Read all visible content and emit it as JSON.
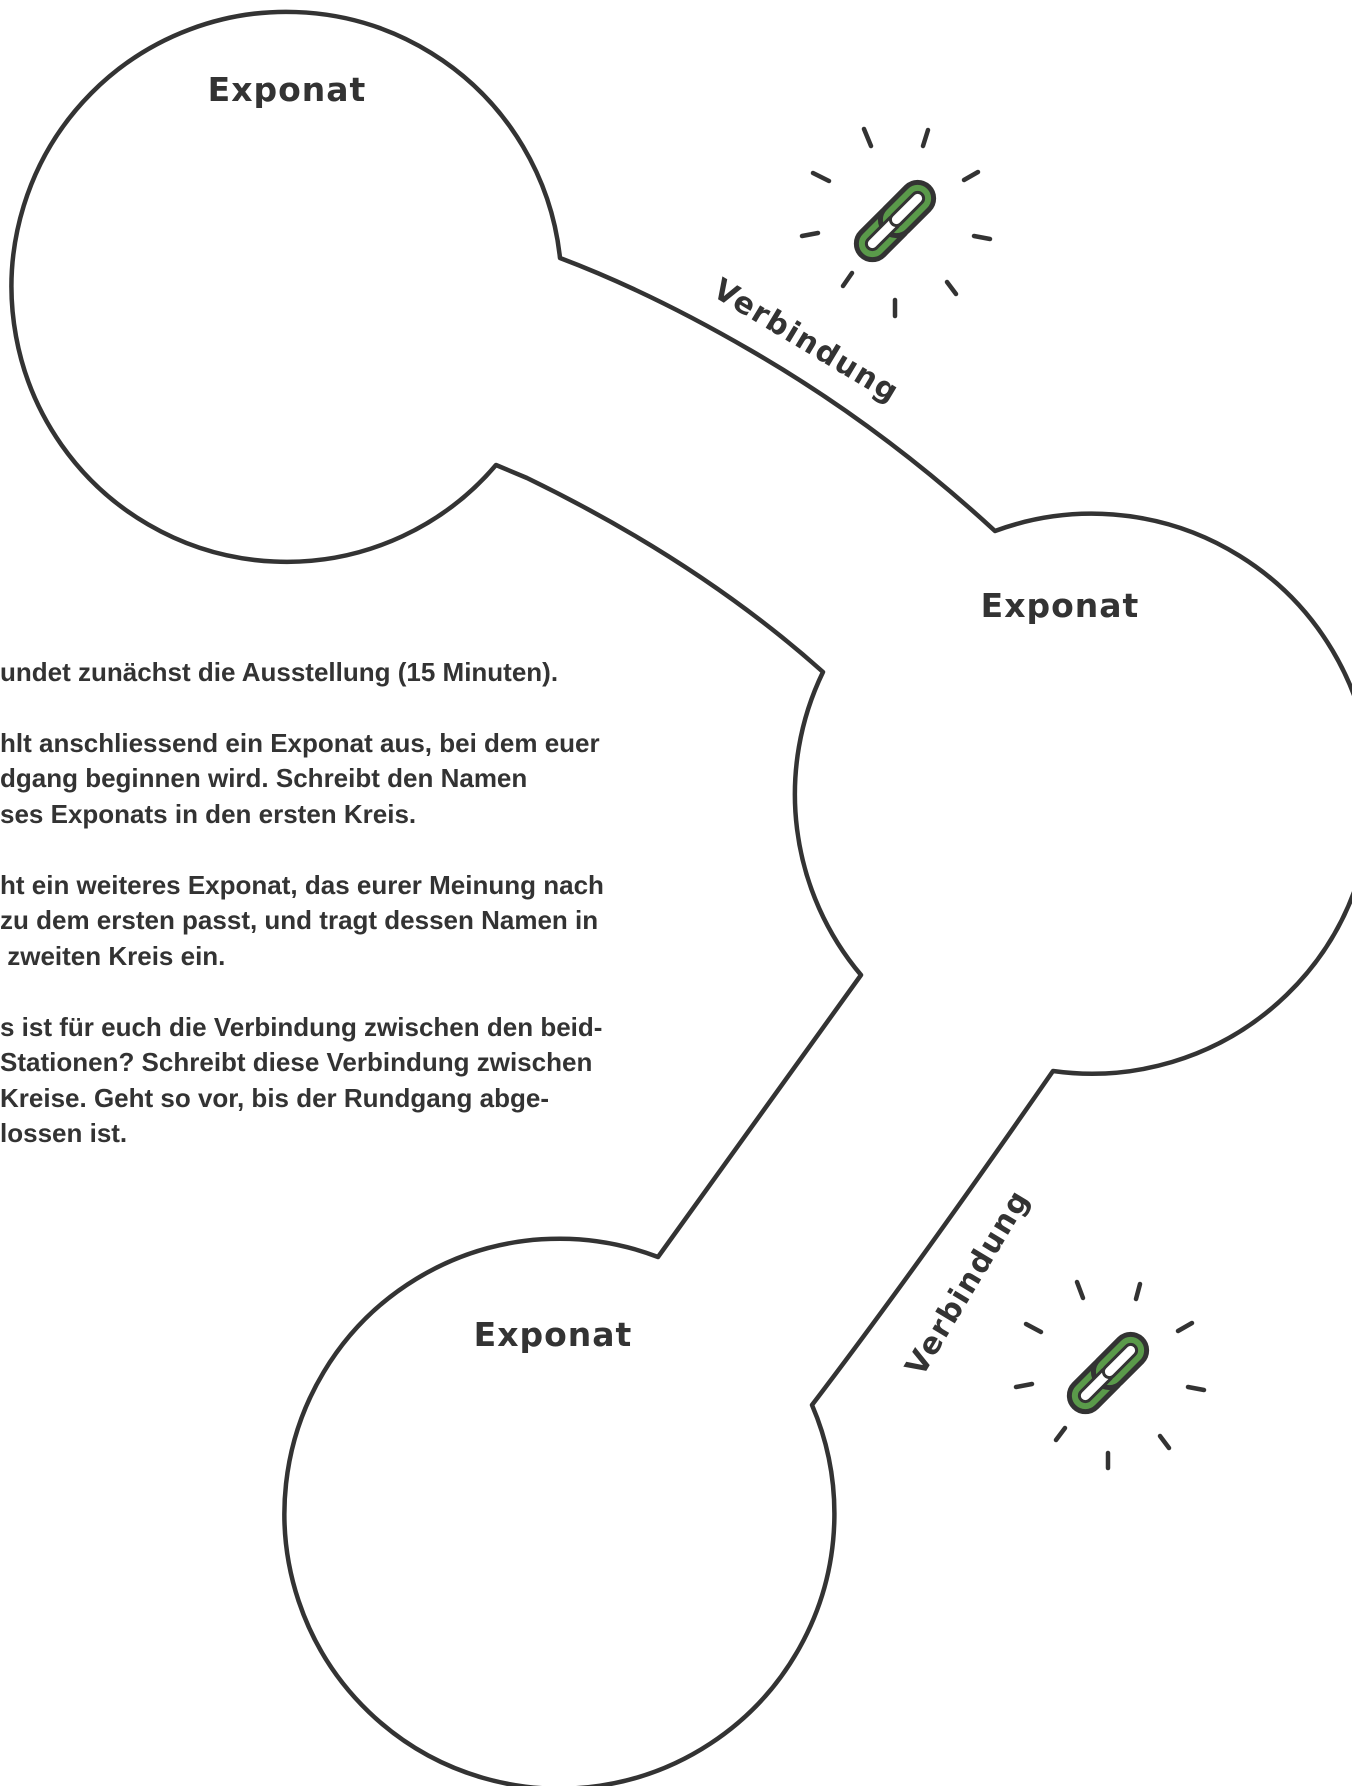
{
  "exponat_label": "Exponat",
  "verbindung_label": "Verbindung",
  "instructions": [
    "undet zunächst die Ausstellung (15 Minuten).",
    "hlt anschliessend ein Exponat aus, bei dem euer",
    "dgang beginnen wird. Schreibt den Namen",
    "ses Exponats in den ersten Kreis.",
    "ht ein weiteres Exponat, das eurer Meinung nach",
    "zu dem ersten passt, und tragt dessen Namen in",
    " zweiten Kreis ein.",
    "s ist für euch die Verbindung zwischen den beid-",
    "Stationen? Schreibt diese Verbindung zwischen",
    "Kreise. Geht so vor, bis der Rundgang abge-",
    "lossen ist."
  ],
  "colors": {
    "outline": "#333333",
    "link_icon_green": "#5a9a4a",
    "background": "#ffffff"
  },
  "icons": [
    "chain-link-icon",
    "sparkle-rays-icon"
  ]
}
